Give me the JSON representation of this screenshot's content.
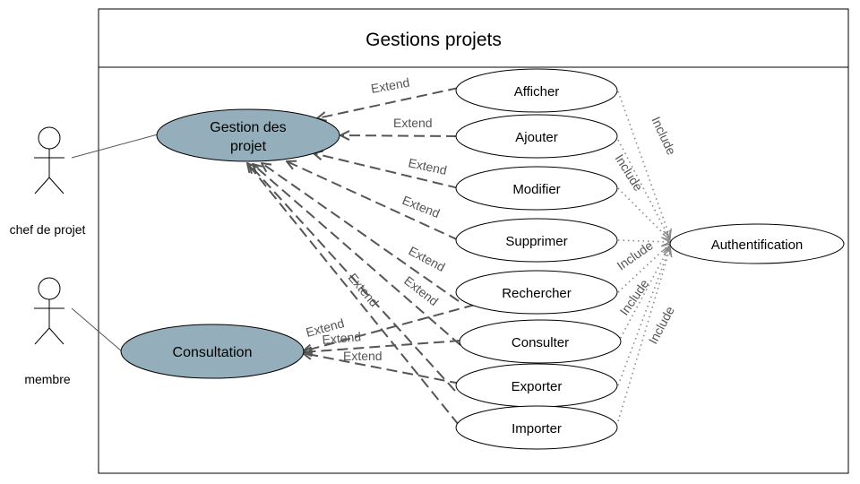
{
  "system": {
    "title": "Gestions projets"
  },
  "colors": {
    "accent_fill": "#94afbb",
    "dash_stroke": "#555555",
    "dot_stroke": "#888888"
  },
  "actors": [
    {
      "id": "chef",
      "label": "chef de projet"
    },
    {
      "id": "membre",
      "label": "membre"
    }
  ],
  "use_cases": {
    "gestion": {
      "lines": [
        "Gestion des",
        "projet"
      ]
    },
    "consultation": {
      "label": "Consultation"
    },
    "afficher": {
      "label": "Afficher"
    },
    "ajouter": {
      "label": "Ajouter"
    },
    "modifier": {
      "label": "Modifier"
    },
    "supprimer": {
      "label": "Supprimer"
    },
    "rechercher": {
      "label": "Rechercher"
    },
    "consulter": {
      "label": "Consulter"
    },
    "exporter": {
      "label": "Exporter"
    },
    "importer": {
      "label": "Importer"
    },
    "authentification": {
      "label": "Authentification"
    }
  },
  "relations": {
    "extend_label": "Extend",
    "include_label": "Include"
  }
}
